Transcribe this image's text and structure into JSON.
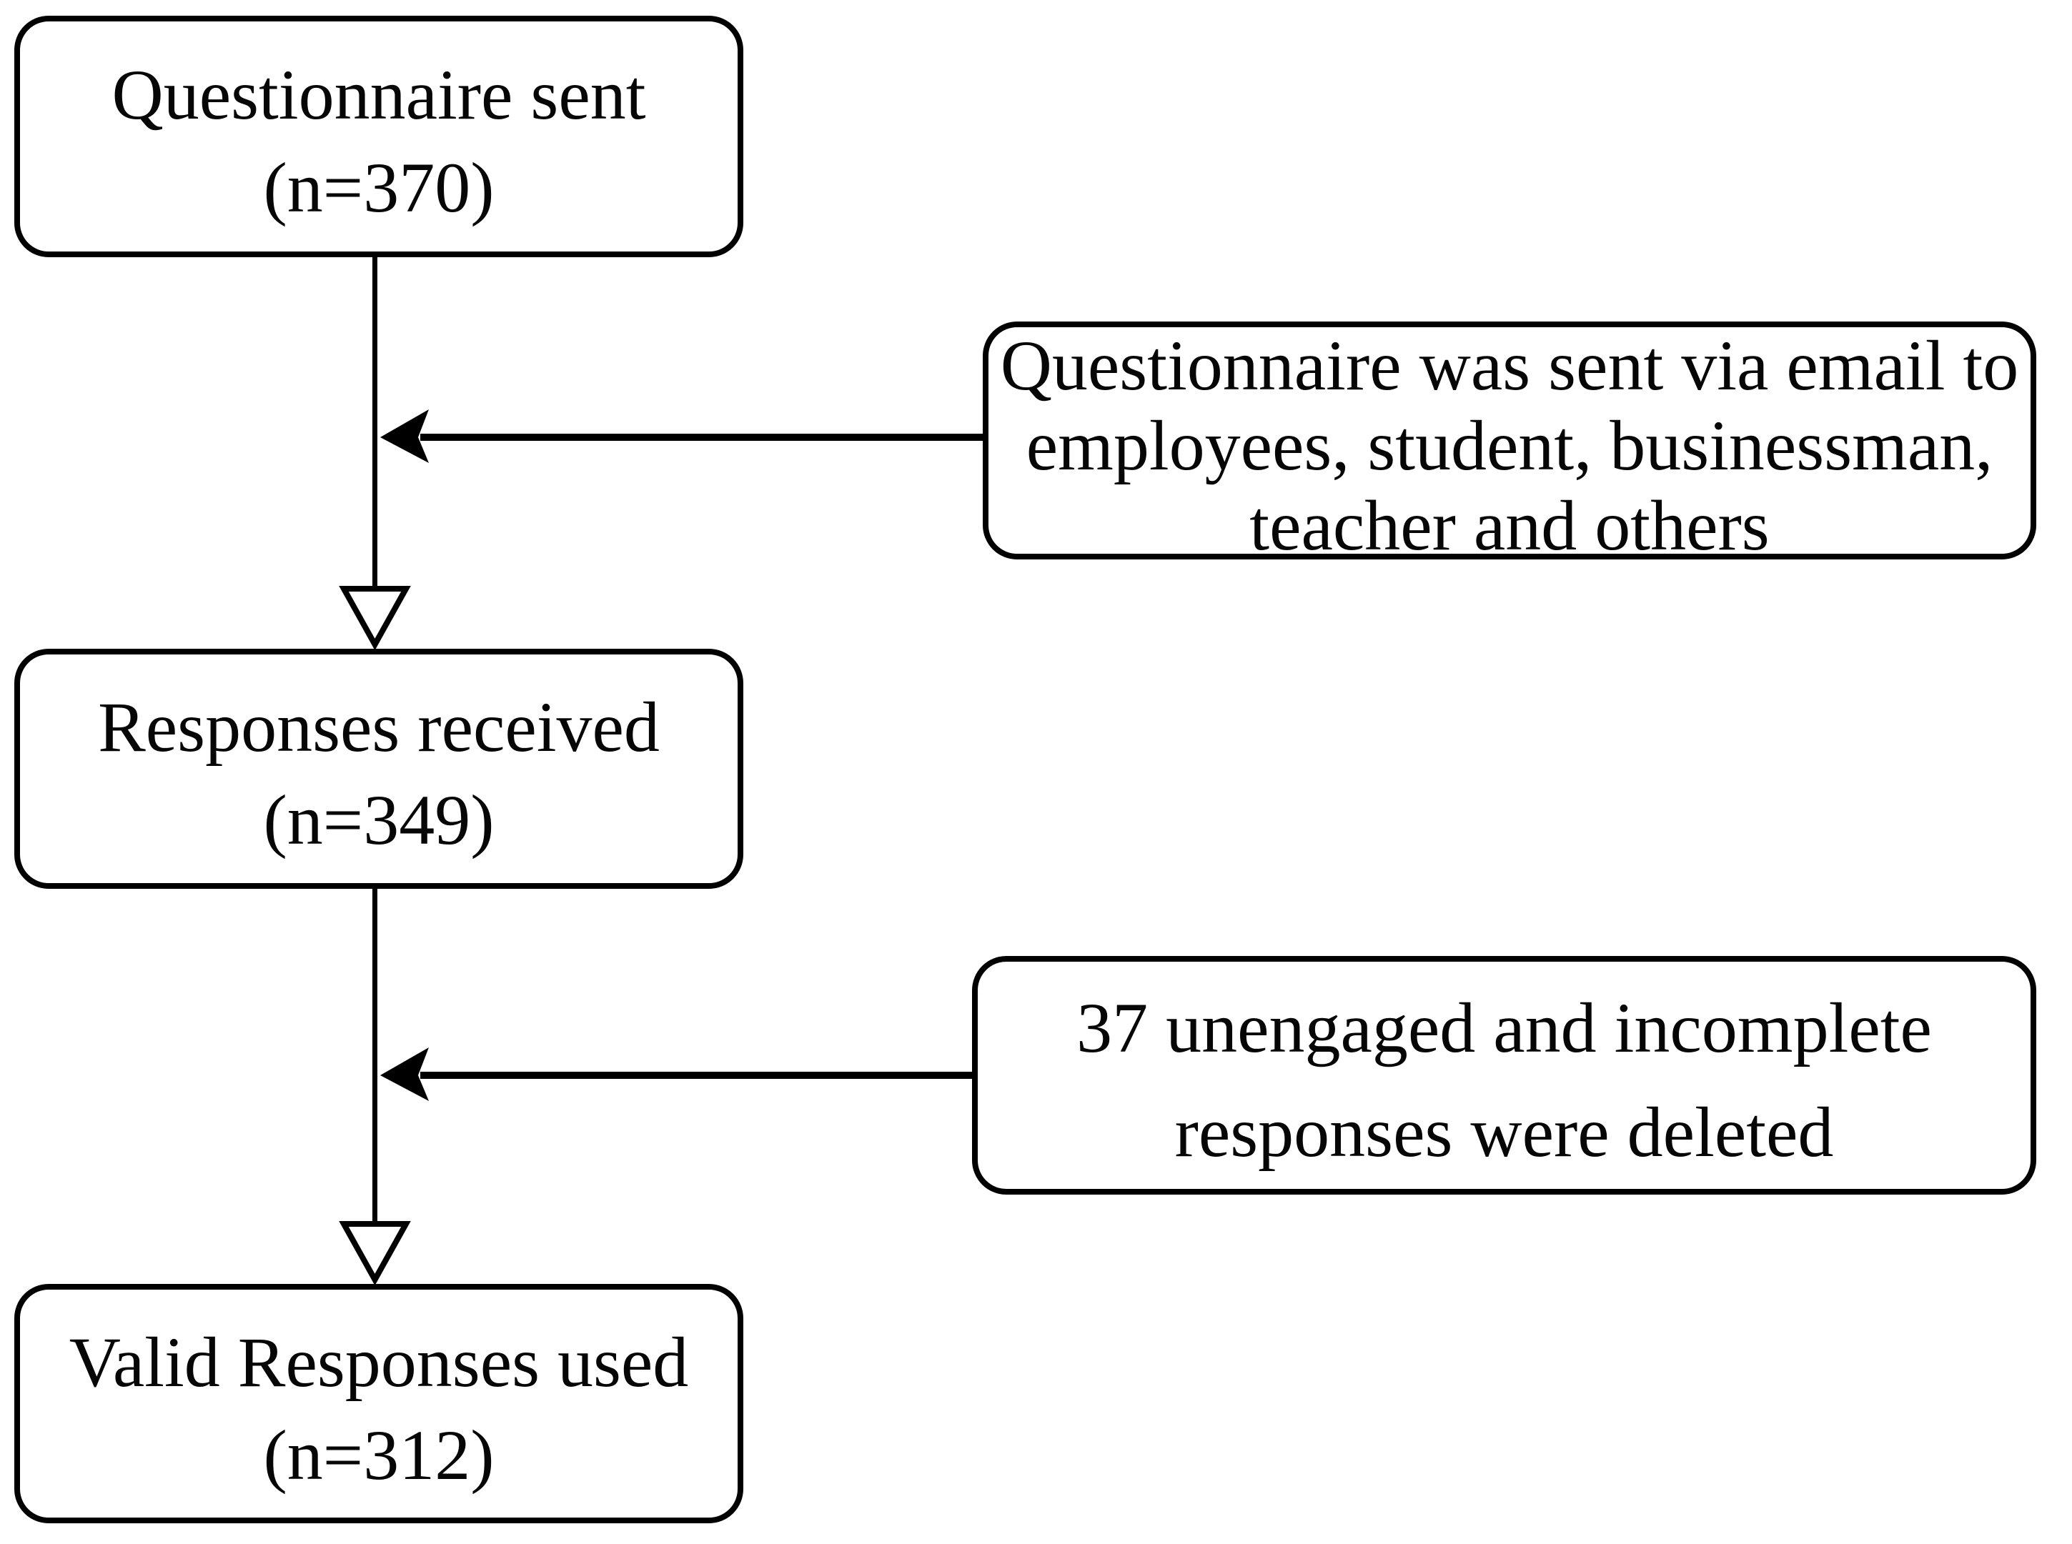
{
  "flow": {
    "nodes": [
      {
        "lines": [
          "Questionnaire sent",
          "(n=370)"
        ]
      },
      {
        "lines": [
          "Responses received",
          "(n=349)"
        ]
      },
      {
        "lines": [
          "Valid Responses used",
          "(n=312)"
        ]
      }
    ],
    "side_notes": [
      {
        "lines": [
          "Questionnaire was sent via email to",
          "employees, student, businessman,",
          "teacher and others"
        ]
      },
      {
        "lines": [
          "37 unengaged and incomplete",
          "responses were deleted"
        ]
      }
    ],
    "colors": {
      "line": "#000000",
      "box_fill": "#ffffff",
      "text": "#060606"
    }
  }
}
